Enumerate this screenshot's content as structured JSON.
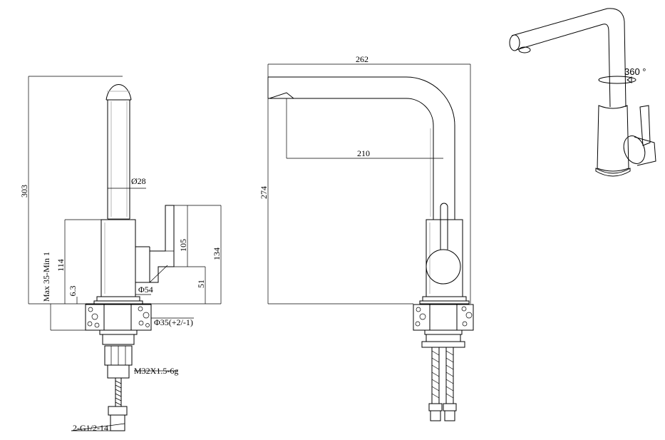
{
  "side_view": {
    "dim_height_total": "303",
    "dim_spout_diameter": "Ø28",
    "dim_body_height": "114",
    "dim_deck_range": "Max 35-Min 1",
    "dim_base_offset": "6.3",
    "dim_body_diameter": "Φ54",
    "dim_lever_height": "105",
    "dim_lever_total": "134",
    "dim_lever_base": "51",
    "dim_hole_diameter": "Φ35(+2/-1)",
    "dim_thread": "M32X1.5-6g",
    "dim_hose_thread": "2-G1/2-14"
  },
  "front_view": {
    "dim_width_total": "262",
    "dim_reach": "210",
    "dim_height": "274"
  },
  "iso_view": {
    "rotation_label": "360 °"
  }
}
